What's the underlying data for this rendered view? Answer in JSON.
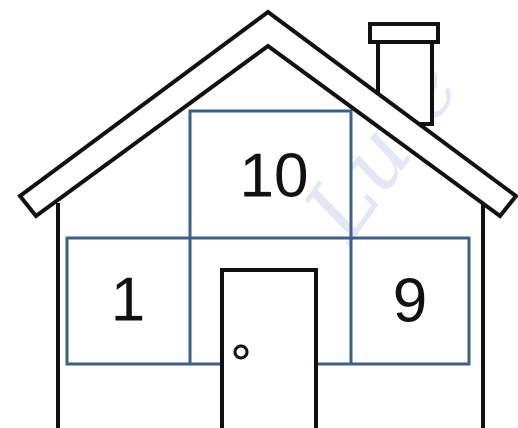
{
  "cells": {
    "top": "10",
    "left": "1",
    "right": "9"
  },
  "colors": {
    "outline": "#111111",
    "grid": "#3e5f8a",
    "watermark": "#e3e7f5"
  }
}
